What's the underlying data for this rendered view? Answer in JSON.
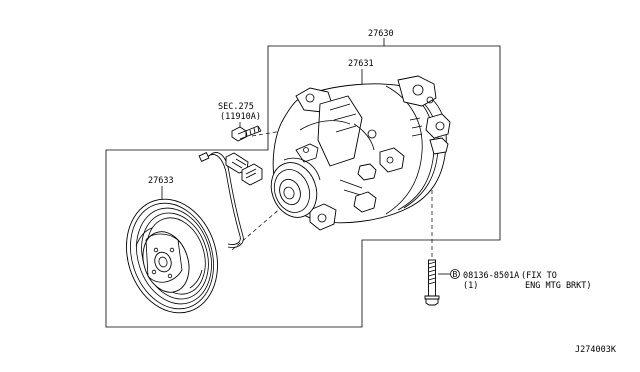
{
  "diagram": {
    "parts": {
      "compressor_assembly": "27630",
      "compressor": "27631",
      "clutch_assembly": "27633"
    },
    "section_ref": {
      "line1": "SEC.275",
      "line2": "(11910A)"
    },
    "bolt": {
      "callout_symbol": "B",
      "part_no": "08136-8501A",
      "note_line1": "(FIX TO",
      "qty": "(1)",
      "note_line2": "ENG MTG BRKT)"
    },
    "diagram_code": "J274003K"
  }
}
